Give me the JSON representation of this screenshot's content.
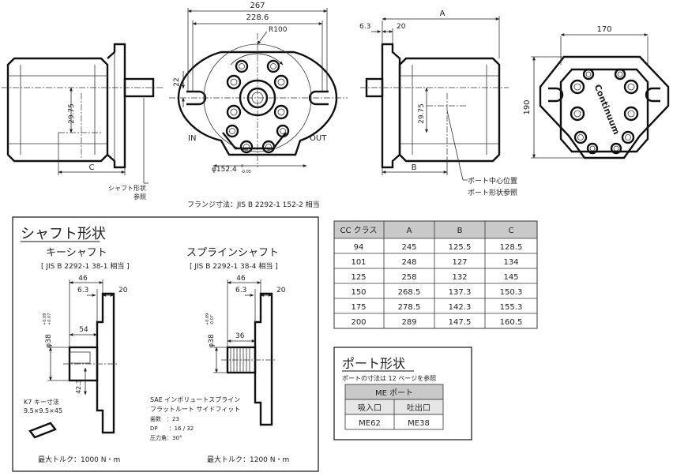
{
  "top_dims": {
    "overall_width": "267",
    "flange_width": "228.6",
    "radius": "R100",
    "port_offset": "6.3",
    "flange_thk": "20",
    "length_a": "A",
    "body_width": "170",
    "shaft_height": "22",
    "port_height_left": "29.75",
    "port_height_right": "29.75",
    "length_c": "C",
    "length_b": "B",
    "body_height": "190",
    "pilot_dia": "φ152.4",
    "pilot_tol_top": "0",
    "pilot_tol_bottom": "-0.05",
    "label_in": "IN",
    "label_out": "OUT",
    "note_shaft_line1": "シャフト形状",
    "note_shaft_line2": "参照",
    "note_port_line1": "ポート中心位置",
    "note_port_line2": "ポート形状参照",
    "flange_note": "フランジ寸法：JIS B 2292-1 152-2 相当",
    "logo_text": "Continuum"
  },
  "shaft_panel": {
    "title": "シャフト形状",
    "key_title": "キーシャフト",
    "key_std": "[ JIS B 2292-1 38-1 相当 ]",
    "spline_title": "スプラインシャフト",
    "spline_std": "[ JIS B 2292-1 38-4 相当 ]",
    "key": {
      "dim_46": "46",
      "dim_63": "6.3",
      "dim_20": "20",
      "dia": "φ38",
      "tol_top": "+0.09",
      "tol_bottom": "+0.07",
      "dim_54": "54",
      "dim_423": "42.3",
      "key_note_line1": "K7 キー寸法",
      "key_note_line2": "9.5×9.5×45",
      "torque": "最大トルク：1000 N・m"
    },
    "spline": {
      "dim_46": "46",
      "dim_63": "6.3",
      "dim_20": "20",
      "dia": "φ38",
      "tol_top": "+0.09",
      "tol_bottom": "-0.07",
      "dim_36": "36",
      "spec_line1": "SAE インボリュートスプライン",
      "spec_line2": "フラットルート サイドフィット",
      "spec_line3": "歯数　：23",
      "spec_line4": "DP　　：16 / 32",
      "spec_line5": "圧力角：30°",
      "torque": "最大トルク：1200 N・m"
    }
  },
  "cc_table": {
    "headers": [
      "CC クラス",
      "A",
      "B",
      "C"
    ],
    "rows": [
      [
        "94",
        "245",
        "125.5",
        "128.5"
      ],
      [
        "101",
        "248",
        "127",
        "134"
      ],
      [
        "125",
        "258",
        "132",
        "145"
      ],
      [
        "150",
        "268.5",
        "137.3",
        "150.3"
      ],
      [
        "175",
        "278.5",
        "142.3",
        "155.3"
      ],
      [
        "200",
        "289",
        "147.5",
        "160.5"
      ]
    ]
  },
  "port_panel": {
    "title": "ポート形状",
    "note": "ポートの寸法は 12 ページを参照",
    "table_title": "ME ポート",
    "headers": [
      "吸入口",
      "吐出口"
    ],
    "values": [
      "ME62",
      "ME38"
    ]
  },
  "colors": {
    "line": "#111111",
    "header_fill": "#c9c9c9",
    "port_header_fill": "#c9c9c9"
  }
}
